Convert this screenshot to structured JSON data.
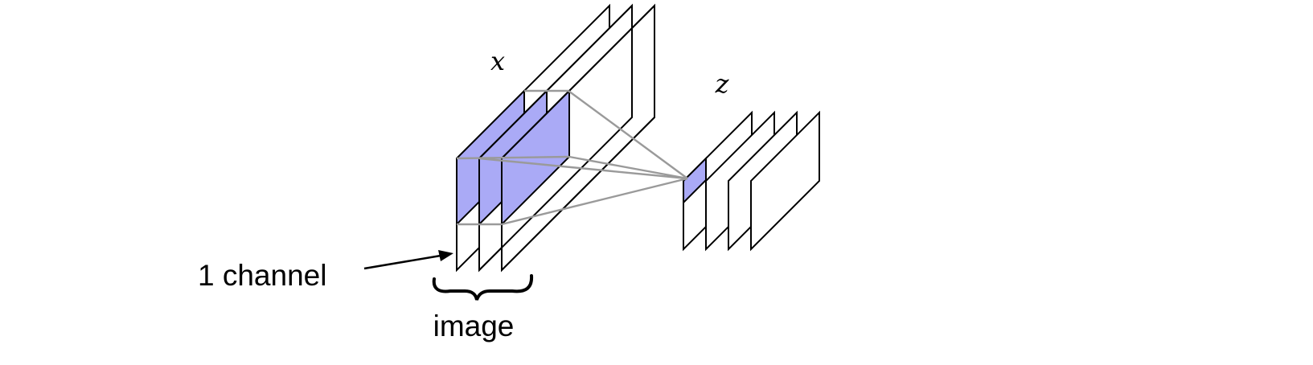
{
  "labels": {
    "input": "x",
    "output": "z",
    "channel": "1 channel",
    "image": "image"
  },
  "colors": {
    "highlight": "#aaaaf6",
    "sheet_fill": "#ffffff",
    "stroke": "#000000",
    "connector": "#9a9a9a"
  },
  "input_stack": {
    "sheet_count": 3,
    "highlighted_patch_per_sheet": true
  },
  "output_stack": {
    "sheet_count": 4,
    "highlighted_cell_sheet": 1
  }
}
